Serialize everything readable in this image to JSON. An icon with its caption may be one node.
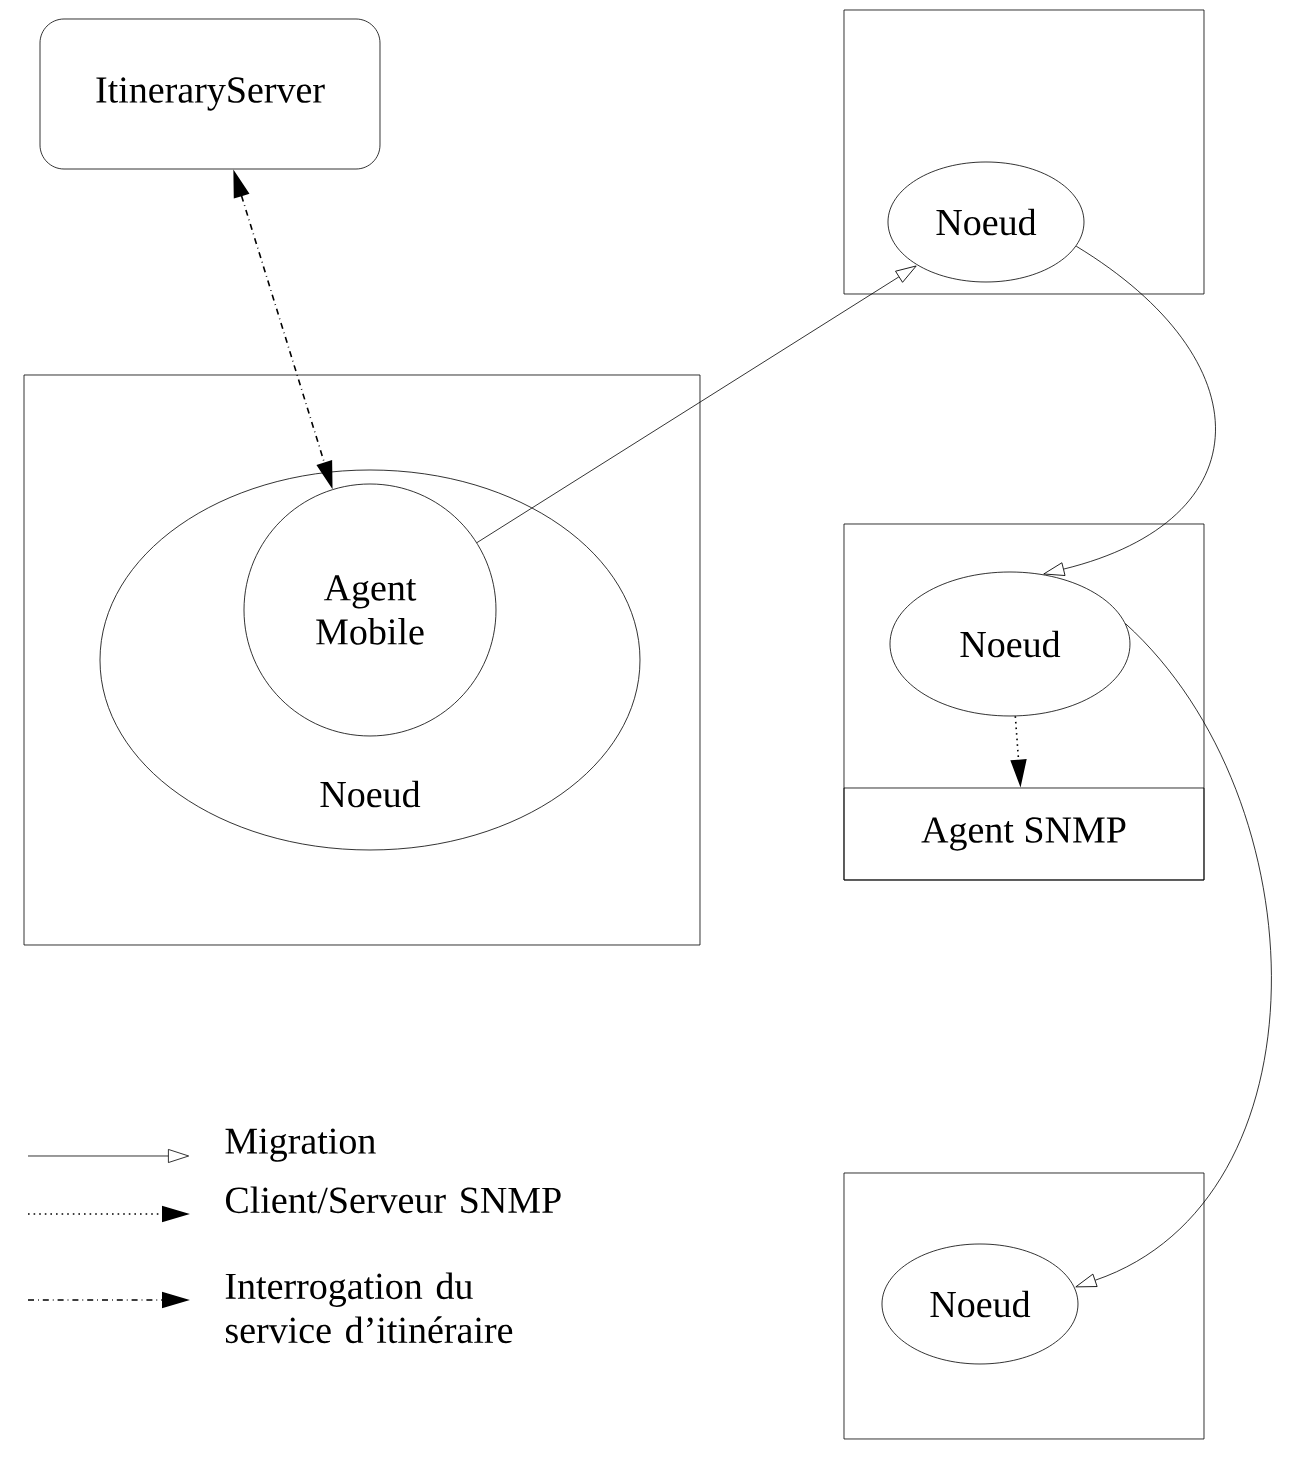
{
  "diagram": {
    "nodes": [
      {
        "text": [
          "ItineraryServer"
        ]
      },
      {
        "text": [],
        "shape": "box"
      },
      {
        "text": [
          "Noeud"
        ],
        "in": 1
      },
      {
        "text": [
          "Agent Mobile"
        ],
        "in": 2
      },
      {
        "text": [],
        "shape": "box"
      },
      {
        "text": [
          "Noeud"
        ],
        "in": 4
      },
      {
        "text": [],
        "shape": "box"
      },
      {
        "text": [
          "Noeud"
        ],
        "in": 6
      },
      {
        "text": [
          "Agent SNMP"
        ],
        "in": 6
      },
      {
        "text": [],
        "shape": "box"
      },
      {
        "text": [
          "Noeud"
        ],
        "in": 9
      }
    ],
    "edges": [
      {
        "from": 0,
        "to": 3,
        "arrow": "both",
        "style": "dashed"
      },
      {
        "from": 3,
        "to": 5,
        "arrow": "to"
      },
      {
        "from": 5,
        "to": 7,
        "arrow": "to"
      },
      {
        "from": 7,
        "to": 10,
        "arrow": "to"
      },
      {
        "from": 7,
        "to": 8,
        "arrow": "to",
        "style": "dashed"
      }
    ],
    "legend": [
      {
        "text": "Migration"
      },
      {
        "text": "Client/Serveur SNMP"
      },
      {
        "text": "Interrogation du service d’itinéraire"
      }
    ]
  }
}
